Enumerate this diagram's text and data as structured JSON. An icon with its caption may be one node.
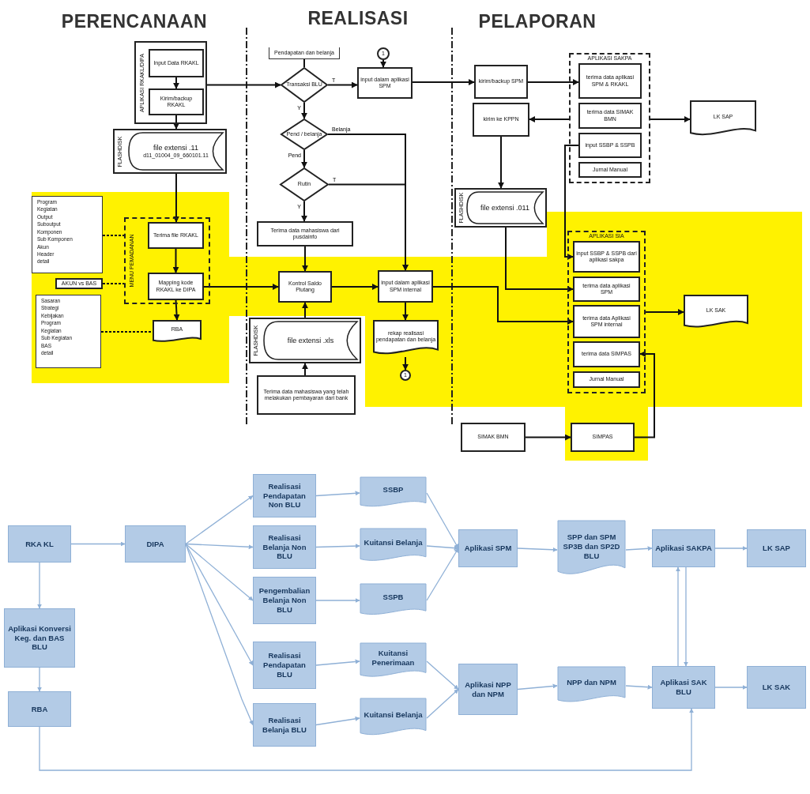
{
  "diagram": {
    "nodes": [
      {
        "text": [
          "APLIKASI RKAKL/DIPA"
        ]
      },
      {
        "text": [
          "Input Data RKAKL"
        ],
        "in": 0
      },
      {
        "text": [
          "Kirim/backup RKAKL"
        ],
        "in": 0
      },
      {
        "text": [
          "FLASHDISK"
        ]
      },
      {
        "text": [
          "file extensi .11",
          "d11_01004_09_660101.11"
        ],
        "in": 3
      },
      {
        "text": [
          "Program",
          "Kegiatan",
          "Output",
          "Suboutput",
          "Komponen",
          "Sub Komponen",
          "Akun",
          "Header",
          "detail"
        ]
      },
      {
        "text": [
          "AKUN vs BAS"
        ]
      },
      {
        "text": [
          "Sasaran",
          "Strategi",
          "Kebijakan",
          "Program",
          "Kegiatan",
          "Sub Kegiatan",
          "BAS",
          "detail"
        ]
      },
      {
        "text": [
          "MENU PEMADANAN"
        ]
      },
      {
        "text": [
          "Terima file RKAKL"
        ],
        "in": 8
      },
      {
        "text": [
          "Mapping kode RKAKL ke DIPA"
        ],
        "in": 8
      },
      {
        "text": [
          "RBA"
        ]
      },
      {
        "text": [
          "Pendapatan dan belanja"
        ]
      },
      {
        "text": [
          "Transaksi BLU"
        ]
      },
      {
        "text": [
          "1"
        ]
      },
      {
        "text": [
          "input dalam aplikasi SPM"
        ]
      },
      {
        "text": [
          "Pend / belanja"
        ]
      },
      {
        "text": [
          "Rutin"
        ]
      },
      {
        "text": [
          "Terima data mahasiswa dari pusdainfo"
        ]
      },
      {
        "text": [
          "Kontrol Saldo Piutang"
        ]
      },
      {
        "text": [
          "FLASHDISK"
        ]
      },
      {
        "text": [
          "file extensi .xls"
        ],
        "in": 20
      },
      {
        "text": [
          "Terima data mahasiswa yang telah melakukan pembayaran dari bank"
        ]
      },
      {
        "text": [
          "input dalam aplikasi SPM internal"
        ]
      },
      {
        "text": [
          "rekap realisasi pendapatan dan belanja"
        ]
      },
      {
        "text": [
          "1"
        ]
      },
      {
        "text": [
          "kirim/backup SPM"
        ]
      },
      {
        "text": [
          "kirim ke KPPN"
        ]
      },
      {
        "text": [
          "FLASHDISK"
        ]
      },
      {
        "text": [
          "file extensi .011"
        ],
        "in": 28
      },
      {
        "text": [
          "APLIKASI SAKPA"
        ]
      },
      {
        "text": [
          "terima data aplikasi SPM & RKAKL"
        ],
        "in": 30
      },
      {
        "text": [
          "terima data SIMAK BMN"
        ],
        "in": 30
      },
      {
        "text": [
          "input SSBP & SSPB"
        ],
        "in": 30
      },
      {
        "text": [
          "Jurnal Manual"
        ],
        "in": 30
      },
      {
        "text": [
          "LK SAP"
        ]
      },
      {
        "text": [
          "APLIKASI SIA"
        ]
      },
      {
        "text": [
          "input SSBP & SSPB dari aplikasi sakpa"
        ],
        "in": 36
      },
      {
        "text": [
          "terima data aplikasi SPM"
        ],
        "in": 36
      },
      {
        "text": [
          "terima data Aplikasi SPM internal"
        ],
        "in": 36
      },
      {
        "text": [
          "terima data SIMPAS"
        ],
        "in": 36
      },
      {
        "text": [
          "Jurnal Manual"
        ],
        "in": 36
      },
      {
        "text": [
          "LK SAK"
        ]
      },
      {
        "text": [
          "SIMAK BMN"
        ]
      },
      {
        "text": [
          "SIMPAS"
        ]
      },
      {
        "text": [
          "RKA KL"
        ]
      },
      {
        "text": [
          "DIPA"
        ]
      },
      {
        "text": [
          "Aplikasi Konversi Keg. dan BAS BLU"
        ]
      },
      {
        "text": [
          "RBA"
        ]
      },
      {
        "text": [
          "Realisasi Pendapatan Non BLU"
        ]
      },
      {
        "text": [
          "Realisasi Belanja Non BLU"
        ]
      },
      {
        "text": [
          "Pengembalian Belanja Non BLU"
        ]
      },
      {
        "text": [
          "Realisasi Pendapatan BLU"
        ]
      },
      {
        "text": [
          "Realisasi Belanja BLU"
        ]
      },
      {
        "text": [
          "SSBP"
        ]
      },
      {
        "text": [
          "Kuitansi Belanja"
        ]
      },
      {
        "text": [
          "SSPB"
        ]
      },
      {
        "text": [
          "Kuitansi Penerimaan"
        ]
      },
      {
        "text": [
          "Kuitansi Belanja"
        ]
      },
      {
        "text": [
          "Aplikasi SPM"
        ]
      },
      {
        "text": [
          "SPP dan SPM SP3B dan SP2D BLU"
        ]
      },
      {
        "text": [
          "Aplikasi SAKPA"
        ]
      },
      {
        "text": [
          "LK SAP"
        ]
      },
      {
        "text": [
          "Aplikasi NPP dan NPM"
        ]
      },
      {
        "text": [
          "NPP dan NPM"
        ]
      },
      {
        "text": [
          "Aplikasi SAK BLU"
        ]
      },
      {
        "text": [
          "LK SAK"
        ]
      }
    ],
    "edges": [
      {
        "from": 1,
        "to": 2,
        "arrow": "to"
      },
      {
        "from": 2,
        "to": 3,
        "arrow": "to"
      },
      {
        "from": 0,
        "to": 13,
        "arrow": "to"
      },
      {
        "from": 3,
        "to": 9,
        "arrow": "to"
      },
      {
        "from": 5,
        "to": 8,
        "arrow": "none",
        "style": "dashed"
      },
      {
        "from": 6,
        "to": 8,
        "arrow": "none",
        "style": "dashed"
      },
      {
        "from": 7,
        "to": 11,
        "arrow": "none",
        "style": "dashed"
      },
      {
        "from": 9,
        "to": 10,
        "arrow": "to"
      },
      {
        "from": 10,
        "to": 11,
        "arrow": "to"
      },
      {
        "from": 10,
        "to": 19,
        "arrow": "to"
      },
      {
        "from": 12,
        "to": 13,
        "arrow": "none"
      },
      {
        "from": 13,
        "to": 15,
        "arrow": "to",
        "label": "T"
      },
      {
        "from": 13,
        "to": 16,
        "arrow": "to",
        "label": "Y"
      },
      {
        "from": 14,
        "to": 15,
        "arrow": "to"
      },
      {
        "from": 15,
        "to": 26,
        "arrow": "to"
      },
      {
        "from": 16,
        "to": 23,
        "arrow": "to",
        "label": "Belanja"
      },
      {
        "from": 16,
        "to": 17,
        "arrow": "to",
        "label": "Pend"
      },
      {
        "from": 17,
        "to": 23,
        "arrow": "to",
        "label": "T"
      },
      {
        "from": 17,
        "to": 18,
        "arrow": "to",
        "label": "Y"
      },
      {
        "from": 18,
        "to": 19,
        "arrow": "to"
      },
      {
        "from": 20,
        "to": 19,
        "arrow": "to"
      },
      {
        "from": 22,
        "to": 20,
        "arrow": "to"
      },
      {
        "from": 19,
        "to": 23,
        "arrow": "to"
      },
      {
        "from": 23,
        "to": 24,
        "arrow": "to"
      },
      {
        "from": 24,
        "to": 25,
        "arrow": "to"
      },
      {
        "from": 23,
        "to": 39,
        "arrow": "to"
      },
      {
        "from": 26,
        "to": 31,
        "arrow": "to"
      },
      {
        "from": 30,
        "to": 27,
        "arrow": "to"
      },
      {
        "from": 27,
        "to": 28,
        "arrow": "to"
      },
      {
        "from": 29,
        "to": 38,
        "arrow": "to"
      },
      {
        "from": 33,
        "to": 37,
        "arrow": "to"
      },
      {
        "from": 30,
        "to": 35,
        "arrow": "to"
      },
      {
        "from": 36,
        "to": 42,
        "arrow": "to"
      },
      {
        "from": 43,
        "to": 44,
        "arrow": "to"
      },
      {
        "from": 44,
        "to": 40,
        "arrow": "to"
      },
      {
        "from": 45,
        "to": 46,
        "arrow": "to",
        "color": "#8fb0d6"
      },
      {
        "from": 45,
        "to": 47,
        "arrow": "to",
        "color": "#8fb0d6"
      },
      {
        "from": 47,
        "to": 48,
        "arrow": "to",
        "color": "#8fb0d6"
      },
      {
        "from": 48,
        "to": 65,
        "arrow": "to",
        "color": "#8fb0d6"
      },
      {
        "from": 46,
        "to": 49,
        "arrow": "to",
        "color": "#8fb0d6"
      },
      {
        "from": 46,
        "to": 50,
        "arrow": "to",
        "color": "#8fb0d6"
      },
      {
        "from": 46,
        "to": 51,
        "arrow": "to",
        "color": "#8fb0d6"
      },
      {
        "from": 46,
        "to": 52,
        "arrow": "to",
        "color": "#8fb0d6"
      },
      {
        "from": 46,
        "to": 53,
        "arrow": "to",
        "color": "#8fb0d6"
      },
      {
        "from": 49,
        "to": 54,
        "arrow": "to",
        "color": "#8fb0d6"
      },
      {
        "from": 50,
        "to": 55,
        "arrow": "to",
        "color": "#8fb0d6"
      },
      {
        "from": 51,
        "to": 56,
        "arrow": "to",
        "color": "#8fb0d6"
      },
      {
        "from": 52,
        "to": 57,
        "arrow": "to",
        "color": "#8fb0d6"
      },
      {
        "from": 53,
        "to": 58,
        "arrow": "to",
        "color": "#8fb0d6"
      },
      {
        "from": 54,
        "to": 59,
        "arrow": "to",
        "color": "#8fb0d6"
      },
      {
        "from": 55,
        "to": 59,
        "arrow": "to",
        "color": "#8fb0d6"
      },
      {
        "from": 56,
        "to": 59,
        "arrow": "to",
        "color": "#8fb0d6"
      },
      {
        "from": 57,
        "to": 63,
        "arrow": "to",
        "color": "#8fb0d6"
      },
      {
        "from": 58,
        "to": 63,
        "arrow": "to",
        "color": "#8fb0d6"
      },
      {
        "from": 59,
        "to": 60,
        "arrow": "to",
        "color": "#8fb0d6"
      },
      {
        "from": 60,
        "to": 61,
        "arrow": "to",
        "color": "#8fb0d6"
      },
      {
        "from": 61,
        "to": 62,
        "arrow": "to",
        "color": "#8fb0d6"
      },
      {
        "from": 63,
        "to": 64,
        "arrow": "to",
        "color": "#8fb0d6"
      },
      {
        "from": 64,
        "to": 65,
        "arrow": "to",
        "color": "#8fb0d6"
      },
      {
        "from": 65,
        "to": 66,
        "arrow": "to",
        "color": "#8fb0d6"
      },
      {
        "from": 65,
        "to": 61,
        "arrow": "to",
        "color": "#8fb0d6"
      },
      {
        "from": 61,
        "to": 65,
        "arrow": "to",
        "color": "#8fb0d6"
      }
    ],
    "labels": [
      "PERENCANAAN",
      "REALISASI",
      "PELAPORAN"
    ]
  }
}
